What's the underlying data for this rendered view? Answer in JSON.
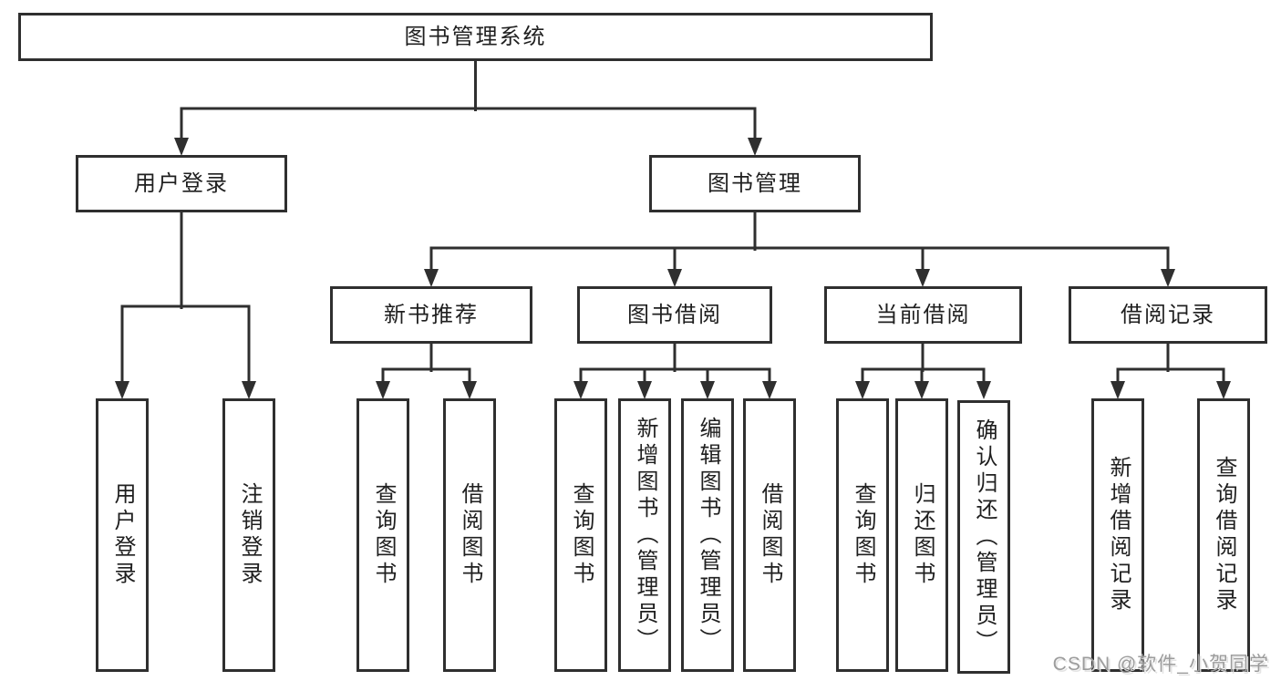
{
  "colors": {
    "line": "#2f2f2f",
    "box_border": "#2f2f2f",
    "text": "#1f1f1f",
    "watermark": "#9c9c9c",
    "background": "#ffffff"
  },
  "tree": {
    "root": {
      "label": "图书管理系统",
      "children": [
        {
          "label": "用户登录",
          "children": [
            {
              "label": "用户登录"
            },
            {
              "label": "注销登录"
            }
          ]
        },
        {
          "label": "图书管理",
          "children": [
            {
              "label": "新书推荐",
              "children": [
                {
                  "label": "查询图书"
                },
                {
                  "label": "借阅图书"
                }
              ]
            },
            {
              "label": "图书借阅",
              "children": [
                {
                  "label": "查询图书"
                },
                {
                  "label": "新增图书（管理员）"
                },
                {
                  "label": "编辑图书（管理员）"
                },
                {
                  "label": "借阅图书"
                }
              ]
            },
            {
              "label": "当前借阅",
              "children": [
                {
                  "label": "查询图书"
                },
                {
                  "label": "归还图书"
                },
                {
                  "label": "确认归还（管理员）"
                }
              ]
            },
            {
              "label": "借阅记录",
              "children": [
                {
                  "label": "新增借阅记录"
                },
                {
                  "label": "查询借阅记录"
                }
              ]
            }
          ]
        }
      ]
    }
  },
  "watermark": {
    "text": "CSDN @软件_小贺同学"
  }
}
